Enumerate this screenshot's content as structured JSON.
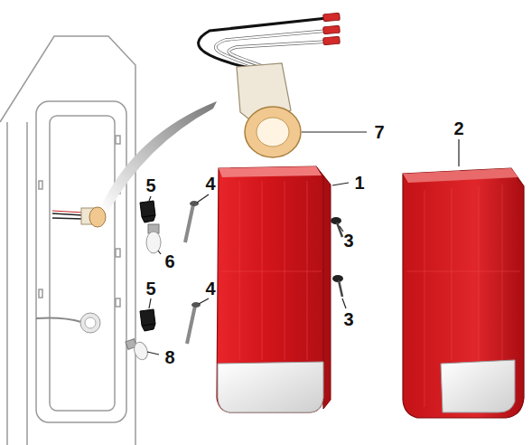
{
  "diagram": {
    "labels": [
      "7",
      "2",
      "5",
      "4",
      "1",
      "3",
      "6",
      "5",
      "4",
      "3",
      "8"
    ]
  }
}
